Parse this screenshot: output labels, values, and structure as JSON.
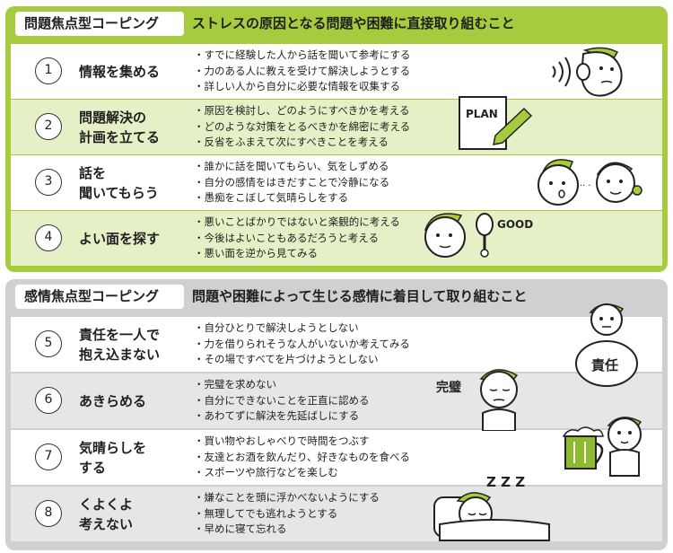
{
  "problem": {
    "title": "問題焦点型コーピング",
    "description": "ストレスの原因となる問題や困難に直接取り組むこと",
    "items": [
      {
        "num": "1",
        "label": "情報を集める",
        "bullets": [
          "・すでに経験した人から話を聞いて参考にする",
          "・力のある人に教えを受けて解決しようとする",
          "・詳しい人から自分に必要な情報を収集する"
        ]
      },
      {
        "num": "2",
        "label": "問題解決の\n計画を立てる",
        "bullets": [
          "・原因を検討し、どのようにすべきかを考える",
          "・どのような対策をとるべきかを綿密に考える",
          "・反省をふまえて次にすべきことを考える"
        ]
      },
      {
        "num": "3",
        "label": "話を\n聞いてもらう",
        "bullets": [
          "・誰かに話を聞いてもらい、気をしずめる",
          "・自分の感情をはきだすことで冷静になる",
          "・愚痴をこぼして気晴らしをする"
        ]
      },
      {
        "num": "4",
        "label": "よい面を探す",
        "bullets": [
          "・悪いことばかりではないと楽観的に考える",
          "・今後はよいこともあるだろうと考える",
          "・悪い面を逆から見てみる"
        ]
      }
    ]
  },
  "emotion": {
    "title": "感情焦点型コーピング",
    "description": "問題や困難によって生じる感情に着目して取り組むこと",
    "items": [
      {
        "num": "5",
        "label": "責任を一人で\n抱え込まない",
        "bullets": [
          "・自分ひとりで解決しようとしない",
          "・力を借りられそうな人がいないか考えてみる",
          "・その場ですべてを片づけようとしない"
        ]
      },
      {
        "num": "6",
        "label": "あきらめる",
        "bullets": [
          "・完璧を求めない",
          "・自分にできないことを正直に認める",
          "・あわてずに解決を先延ばしにする"
        ]
      },
      {
        "num": "7",
        "label": "気晴らしを\nする",
        "bullets": [
          "・買い物やおしゃべりで時間をつぶす",
          "・友達とお酒を飲んだり、好きなものを食べる",
          "・スポーツや旅行などを楽しむ"
        ]
      },
      {
        "num": "8",
        "label": "くよくよ\n考えない",
        "bullets": [
          "・嫌なことを頭に浮かべないようにする",
          "・無理してでも逃れようとする",
          "・早めに寝て忘れる"
        ]
      }
    ]
  },
  "illustration_text": {
    "plan": "PLAN",
    "good": "GOOD",
    "sekinin": "責任",
    "kanpeki": "完璧",
    "zzz": "Z Z Z"
  },
  "colors": {
    "green": "#a7cb3e",
    "green_tint": "#e6f0c7",
    "gray": "#cfd0d2",
    "gray_tint": "#e6e6e7",
    "beer": "#8dbb2f"
  },
  "icons": [
    "ear-listen-icon",
    "plan-note-icon",
    "talking-people-icon",
    "magnifier-good-icon",
    "carrying-responsibility-icon",
    "giving-up-person-icon",
    "beer-mug-icon",
    "sleeping-person-icon"
  ]
}
